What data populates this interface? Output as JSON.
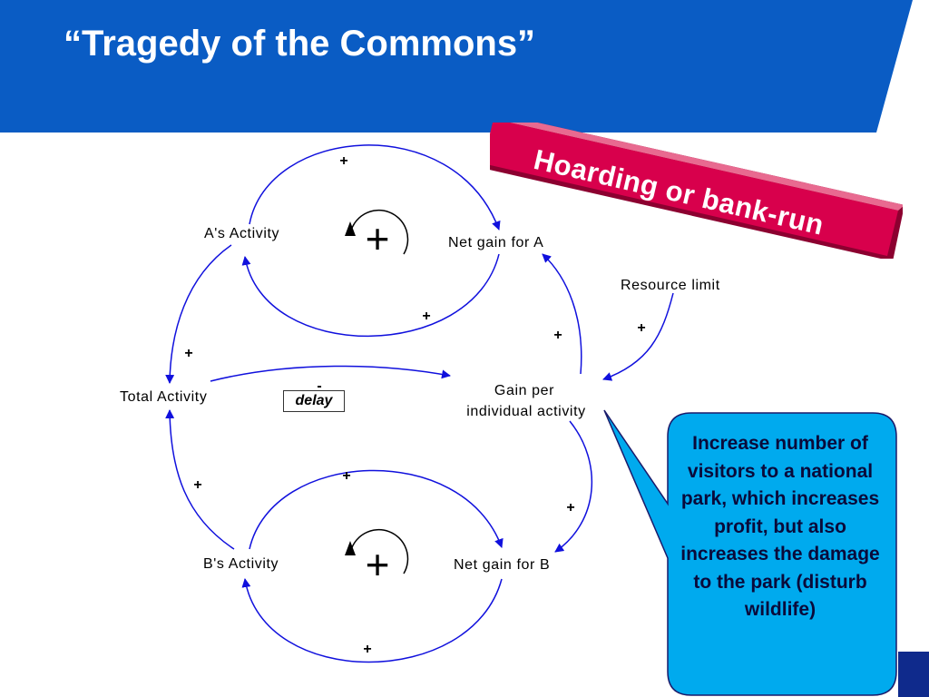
{
  "slide": {
    "title": "“Tragedy of the Commons”",
    "banner_text": "Hoarding or bank-run",
    "callout_text": "Increase number of visitors to a national park, which increases profit, but also increases the damage to the park (disturb wildlife)",
    "colors": {
      "header_blue": "#0a5cc4",
      "banner_red": "#d8004c",
      "callout_fill": "#00aaee",
      "arrow_blue": "#1010dd",
      "corner_navy": "#0f2a8c"
    }
  },
  "diagram": {
    "nodes": {
      "a_activity": "A's Activity",
      "net_gain_a": "Net gain for A",
      "resource_limit": "Resource limit",
      "total_activity": "Total Activity",
      "gain_per_line1": "Gain per",
      "gain_per_line2": "individual activity",
      "b_activity": "B's Activity",
      "net_gain_b": "Net gain for B"
    },
    "polarities": {
      "a_to_net_a": "+",
      "net_a_to_a": "+",
      "a_to_total": "+",
      "gain_to_net_a": "+",
      "limit_to_gain": "+",
      "total_to_gain": "-",
      "b_to_total": "+",
      "gain_to_net_b": "+",
      "b_to_net_b": "+",
      "net_b_to_b": "+"
    },
    "delay_label": "delay",
    "loop_markers": {
      "top": "+",
      "bottom": "+"
    }
  }
}
